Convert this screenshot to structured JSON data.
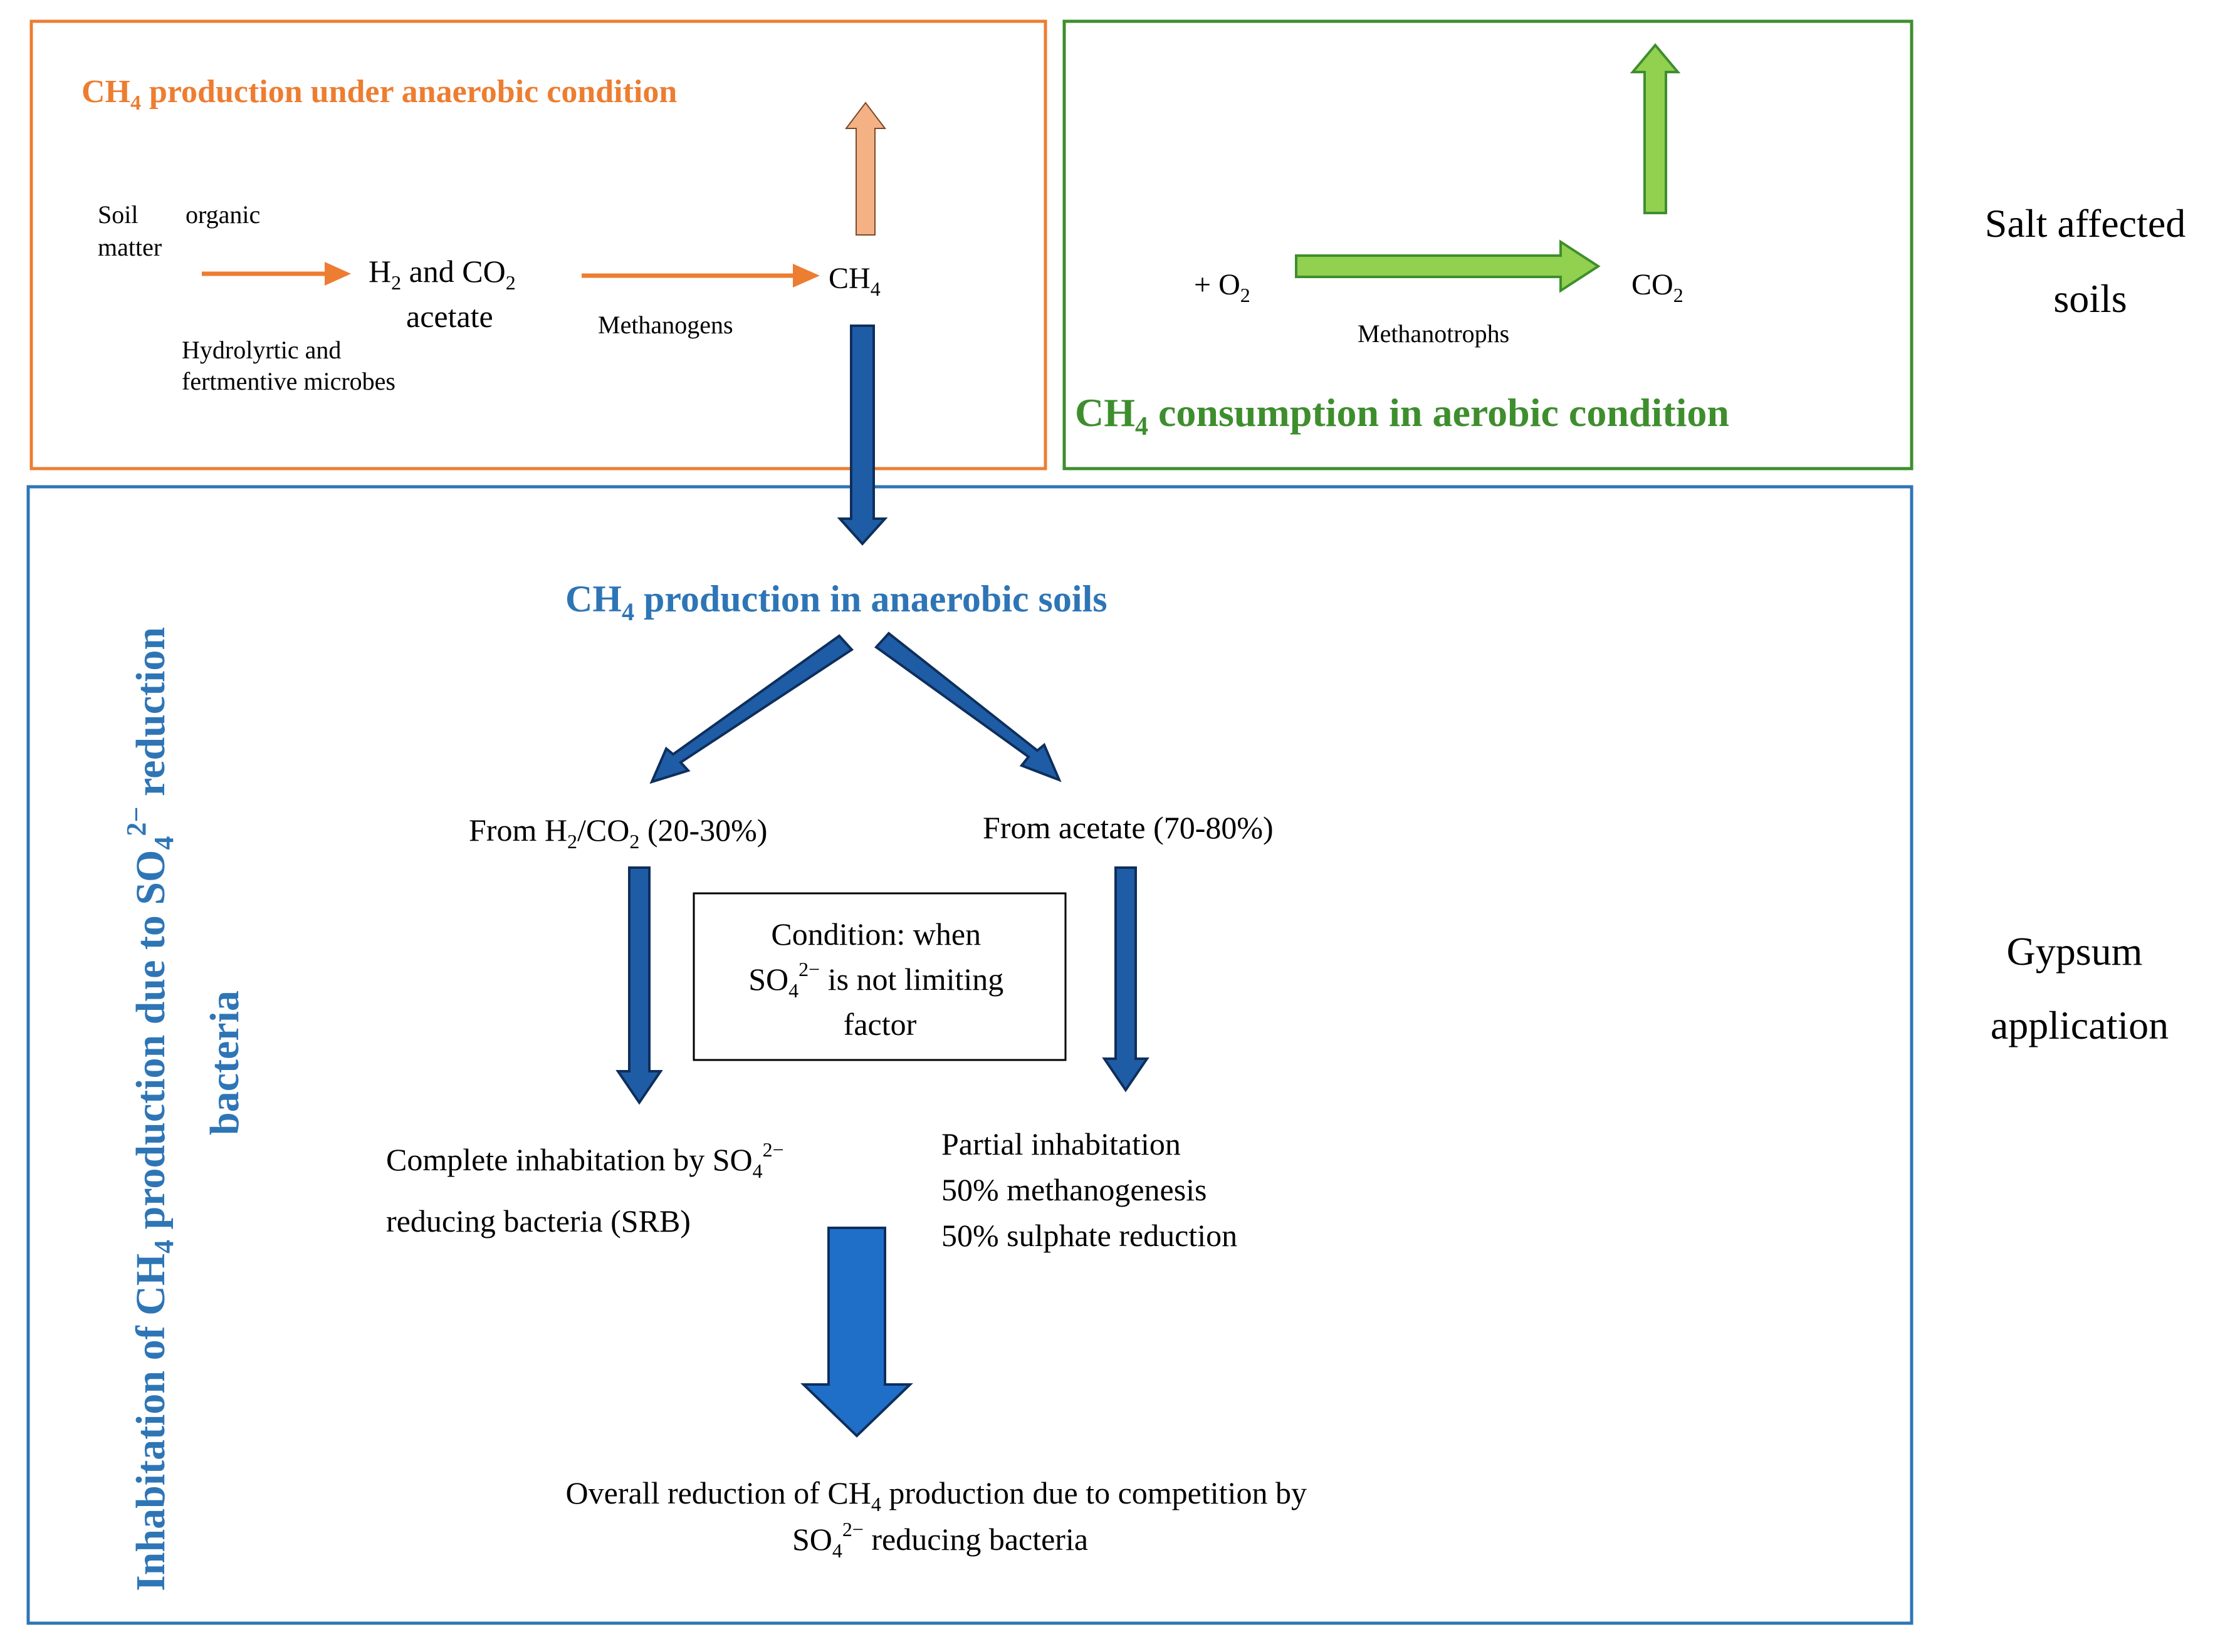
{
  "colors": {
    "orange_border": "#ED7D31",
    "green_border": "#3E8E2E",
    "blue_border": "#2E75B6",
    "orange_arrow": "#ED7D31",
    "salmon_arrow": "#F4B183",
    "green_arrow_fill": "#92D050",
    "green_arrow_stroke": "#3E8E2E",
    "dark_blue_arrow": "#1F5CA6",
    "dark_blue_arrow_stroke": "#0E2F5C",
    "big_blue_arrow": "#1F6FC8"
  },
  "anaerobic_box": {
    "title_prefix": "CH",
    "title_sub": "4",
    "title_rest": " production under anaerobic condition",
    "soil_line1": "Soil",
    "soil_word2": "organic",
    "soil_line2": "matter",
    "intermediate_h": "H",
    "intermediate_h_sub": "2",
    "intermediate_and": " and CO",
    "intermediate_co2_sub": "2",
    "intermediate_line2": "acetate",
    "microbes_line1": "Hydrolyrtic and",
    "microbes_line2": "fertmentive microbes",
    "methanogens": "Methanogens",
    "product": "CH",
    "product_sub": "4"
  },
  "aerobic_box": {
    "reactant": "+ O",
    "reactant_sub": "2",
    "product": "CO",
    "product_sub": "2",
    "agent": "Methanotrophs",
    "title_prefix": "CH",
    "title_sub": "4",
    "title_rest": " consumption in aerobic condition"
  },
  "side_labels": {
    "salt_line1": "Salt affected",
    "salt_line2": "soils",
    "gypsum_line1": "Gypsum",
    "gypsum_line2": "application"
  },
  "gypsum_box": {
    "vertical_line1_a": "Inhabitation of CH",
    "vertical_line1_sub": "4",
    "vertical_line1_b": " production due to SO",
    "vertical_line1_sub2": "4",
    "vertical_line1_sup": "2−",
    "vertical_line1_c": " reduction",
    "vertical_line2": "bacteria",
    "title_prefix": "CH",
    "title_sub": "4",
    "title_rest": " production in anaerobic soils",
    "left_branch_a": "From H",
    "left_branch_sub1": "2",
    "left_branch_b": "/CO",
    "left_branch_sub2": "2",
    "left_branch_c": " (20-30%)",
    "right_branch": "From acetate (70-80%)",
    "condition_line1": "Condition: when",
    "condition_line2_a": "SO",
    "condition_line2_sub": "4",
    "condition_line2_sup": "2−",
    "condition_line2_b": " is not limiting",
    "condition_line3": "factor",
    "left_result_line1_a": "Complete inhabitation by SO",
    "left_result_line1_sub": "4",
    "left_result_line1_sup": "2−",
    "left_result_line2": "reducing bacteria (SRB)",
    "right_result_line1": "Partial inhabitation",
    "right_result_line2": "50% methanogenesis",
    "right_result_line3": "50% sulphate reduction",
    "overall_line1_a": "Overall reduction of CH",
    "overall_line1_sub": "4",
    "overall_line1_b": " production due to competition by",
    "overall_line2_a": "SO",
    "overall_line2_sub": "4",
    "overall_line2_sup": "2−",
    "overall_line2_b": " reducing bacteria"
  }
}
